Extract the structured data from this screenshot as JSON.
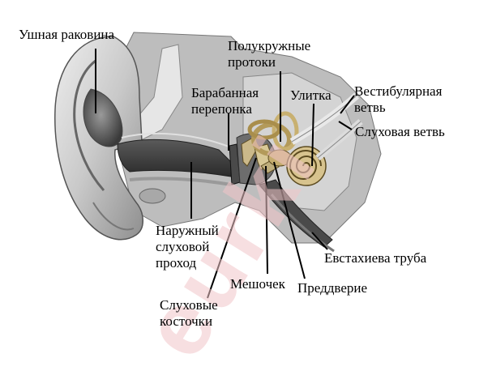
{
  "labels": {
    "auricle": "Ушная раковина",
    "canals_line1": "Полукружные",
    "canals_line2": "протоки",
    "eardrum_line1": "Барабанная",
    "eardrum_line2": "перепонка",
    "cochlea": "Улитка",
    "vestibular_line1": "Вестибулярная",
    "vestibular_line2": "ветвь",
    "auditory_branch": "Слуховая ветвь",
    "ext_canal_line1": "Наружный",
    "ext_canal_line2": "слуховой",
    "ext_canal_line3": "проход",
    "eustachian": "Евстахиева труба",
    "saccule": "Мешочек",
    "vestibule": "Преддверие",
    "ossicles_line1": "Слуховые",
    "ossicles_line2": "косточки"
  },
  "watermark": "eurki",
  "colors": {
    "ink": "#000000",
    "watermark": "#e88a92",
    "bone": "#cbb98a"
  }
}
